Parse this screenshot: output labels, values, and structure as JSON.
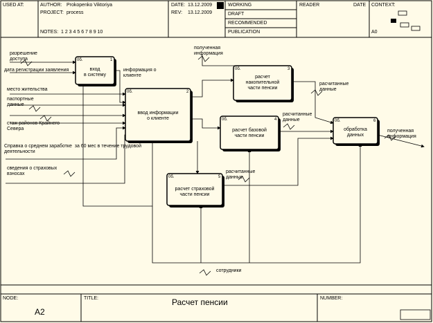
{
  "header": {
    "used_at_label": "USED AT:",
    "author_label": "AUTHOR:",
    "author": "Prokopenko Viktoriya",
    "project_label": "PROJECT:",
    "project": "process",
    "notes_label": "NOTES:",
    "notes": "1 2 3 4 5 6 7 8 9 10",
    "date_label": "DATE:",
    "date": "13.12.2009",
    "rev_label": "REV:",
    "rev": "13.12.2009",
    "status": [
      "WORKING",
      "DRAFT",
      "RECOMMENDED",
      "PUBLICATION"
    ],
    "reader_label": "READER",
    "reader_date_label": "DATE",
    "context_label": "CONTEXT:",
    "context_node": "A0"
  },
  "boxes": [
    {
      "num": "1",
      "code": "0б.",
      "label": "вход\nв систему"
    },
    {
      "num": "2",
      "code": "0б.",
      "label": "ввод информации\nо клиенте"
    },
    {
      "num": "3",
      "code": "0б.",
      "label": "расчет\nнакопительной\nчасти пенсии"
    },
    {
      "num": "4",
      "code": "0б.",
      "label": "расчет базовой\nчасти пенсии"
    },
    {
      "num": "5",
      "code": "0б.",
      "label": "расчет страховой\nчасти пенсии"
    },
    {
      "num": "6",
      "code": "0б.",
      "label": "обработка\nданных"
    }
  ],
  "arrow_labels": {
    "permission": "разрешение\nдоступа",
    "reg_date": "дата регистрации заявления",
    "client_info": "информация о\nклиенте",
    "received_info_top": "полученная\nинформация",
    "residence": "место жительства",
    "passport": "паспортные\nданные",
    "north": "стаж районов Крайнего\nСевера",
    "salary": "Справка о среднем заработке  за 60 мес в течение трудовой\nдеятельности",
    "insurance": "сведения о страховых\nвзносах",
    "calc_3": "расчитанные\nданные",
    "calc_4": "расчитанные\nданные",
    "calc_5": "расчитанные\nданные",
    "output": "полученная\nинформация",
    "staff": "сотрудники"
  },
  "footer": {
    "node_label": "NODE:",
    "node": "A2",
    "title_label": "TITLE:",
    "title": "Расчет пенсии",
    "number_label": "NUMBER:"
  }
}
